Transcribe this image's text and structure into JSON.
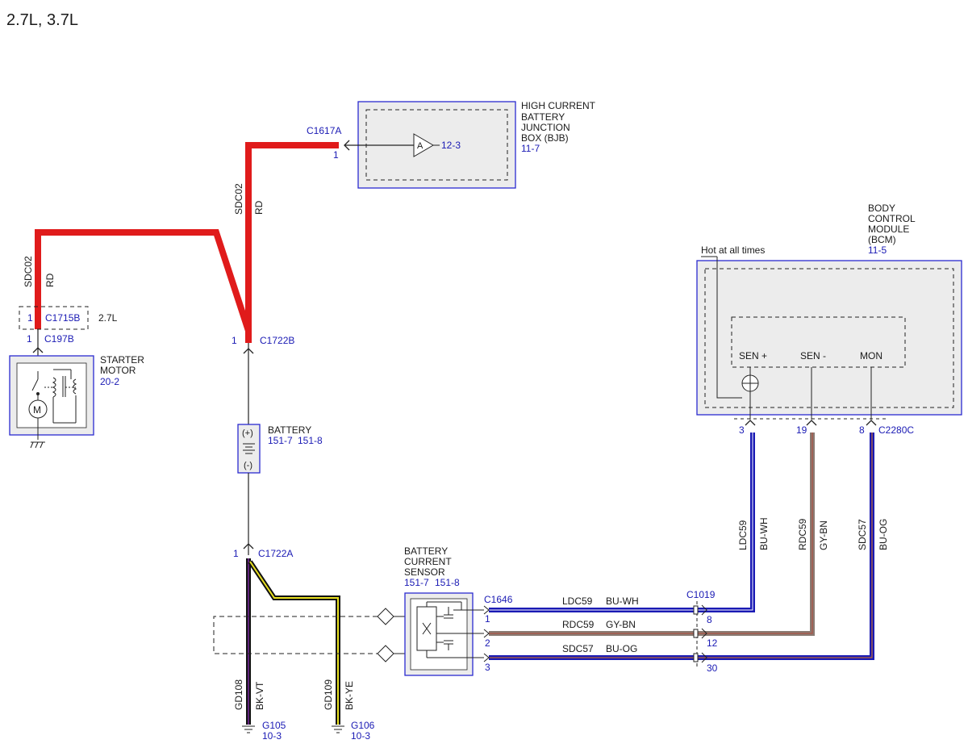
{
  "page_title": "2.7L, 3.7L",
  "components": {
    "bjb": {
      "name_lines": [
        "HIGH CURRENT",
        "BATTERY",
        "JUNCTION",
        "BOX (BJB)"
      ],
      "ref": "11-7",
      "connector": "C1617A",
      "pin": "1",
      "fuse_label": "A",
      "fuse_ref": "12-3"
    },
    "starter": {
      "name_lines": [
        "STARTER",
        "MOTOR"
      ],
      "ref": "20-2",
      "connector": "C197B",
      "pin": "1",
      "inline_connector": "C1715B",
      "inline_pin": "1",
      "inline_note": "2.7L"
    },
    "battery": {
      "name": "BATTERY",
      "refs": [
        "151-7",
        "151-8"
      ],
      "plus": "(+)",
      "minus": "(-)",
      "top_connector": "C1722B",
      "top_pin": "1",
      "bottom_connector": "C1722A",
      "bottom_pin": "1"
    },
    "bcm": {
      "name_lines": [
        "BODY",
        "CONTROL",
        "MODULE",
        "(BCM)"
      ],
      "ref": "11-5",
      "note": "Hot at all times",
      "pins": [
        "SEN +",
        "SEN -",
        "MON"
      ],
      "connector": "C2280C",
      "pin_numbers": [
        "3",
        "19",
        "8"
      ]
    },
    "sensor": {
      "name_lines": [
        "BATTERY",
        "CURRENT",
        "SENSOR"
      ],
      "refs": [
        "151-7",
        "151-8"
      ],
      "connector": "C1646",
      "pins": [
        "1",
        "2",
        "3"
      ]
    },
    "inline": {
      "connector": "C1019",
      "pins": [
        "8",
        "12",
        "30"
      ]
    },
    "grounds": [
      {
        "name": "G105",
        "ref": "10-3"
      },
      {
        "name": "G106",
        "ref": "10-3"
      }
    ]
  },
  "wires": {
    "sdc02_upper": {
      "circuit": "SDC02",
      "color": "RD"
    },
    "sdc02_left": {
      "circuit": "SDC02",
      "color": "RD"
    },
    "gd108": {
      "circuit": "GD108",
      "color": "BK-VT"
    },
    "gd109": {
      "circuit": "GD109",
      "color": "BK-YE"
    },
    "ldc59": {
      "circuit": "LDC59",
      "color": "BU-WH"
    },
    "rdc59": {
      "circuit": "RDC59",
      "color": "GY-BN"
    },
    "sdc57": {
      "circuit": "SDC57",
      "color": "BU-OG"
    }
  },
  "colors": {
    "red_wire": "#e01b1b",
    "blue_wire": "#1a1ab4",
    "gray_brown_wire": "#8a7a72",
    "yellow_stripe": "#e8e020",
    "violet_stripe": "#7a2aa0",
    "component_border": "#2a2ad0",
    "component_fill": "#ececec",
    "label_blue": "#1a1ab4"
  }
}
